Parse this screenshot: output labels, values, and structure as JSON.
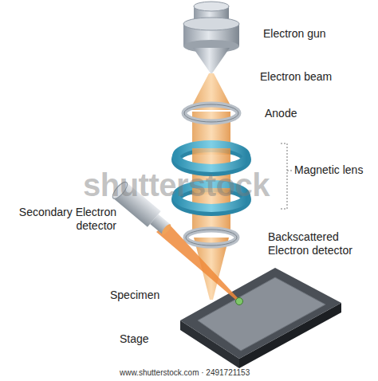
{
  "diagram": {
    "labels": [
      "Electron gun",
      "Electron beam",
      "Anode",
      "Magnetic lens",
      "Secondary Electron detector",
      "Backscattered Electron detector",
      "Specimen",
      "Stage",
      "shutterstock",
      "www.shutterstock.com · 2491721153"
    ]
  }
}
